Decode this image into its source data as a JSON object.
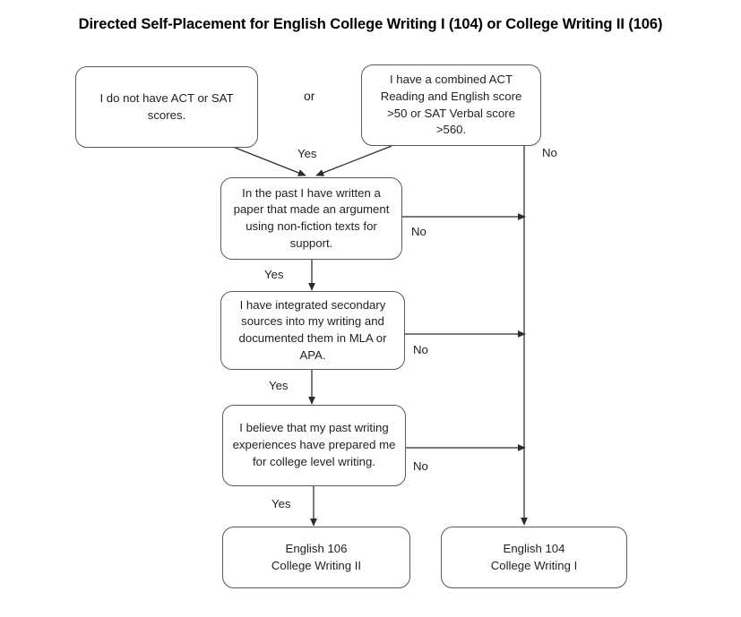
{
  "title": "Directed Self-Placement for English College Writing I (104) or College Writing II (106)",
  "chart_data": {
    "type": "diagram",
    "diagram_kind": "flowchart",
    "title": "Directed Self-Placement for English College Writing I (104) or College Writing II (106)",
    "nodes": [
      {
        "id": "start_no_scores",
        "label": "I do not have ACT or SAT scores.",
        "shape": "rounded-rect",
        "role": "start"
      },
      {
        "id": "start_has_scores",
        "label": "I have a combined ACT Reading and English score >50 or SAT Verbal score >560.",
        "shape": "rounded-rect",
        "role": "start"
      },
      {
        "id": "q1_argument_paper",
        "label": "In the past I have written a paper that made an argument using non-fiction texts for support.",
        "shape": "rounded-rect",
        "role": "decision"
      },
      {
        "id": "q2_secondary_sources",
        "label": "I have integrated secondary sources into my writing and documented them in MLA or APA.",
        "shape": "rounded-rect",
        "role": "decision"
      },
      {
        "id": "q3_prepared",
        "label": "I believe that my past writing experiences have prepared me for college level writing.",
        "shape": "rounded-rect",
        "role": "decision"
      },
      {
        "id": "out_106",
        "label": "English 106\nCollege Writing II",
        "shape": "rounded-rect",
        "role": "terminal"
      },
      {
        "id": "out_104",
        "label": "English 104\nCollege Writing I",
        "shape": "rounded-rect",
        "role": "terminal"
      }
    ],
    "edges": [
      {
        "from": "start_no_scores",
        "to": "q1_argument_paper",
        "label": "Yes"
      },
      {
        "from": "start_has_scores",
        "to": "q1_argument_paper",
        "label": "Yes"
      },
      {
        "from": "start_has_scores",
        "to": "out_104",
        "label": "No"
      },
      {
        "from": "q1_argument_paper",
        "to": "q2_secondary_sources",
        "label": "Yes"
      },
      {
        "from": "q1_argument_paper",
        "to": "out_104",
        "label": "No"
      },
      {
        "from": "q2_secondary_sources",
        "to": "q3_prepared",
        "label": "Yes"
      },
      {
        "from": "q2_secondary_sources",
        "to": "out_104",
        "label": "No"
      },
      {
        "from": "q3_prepared",
        "to": "out_106",
        "label": "Yes"
      },
      {
        "from": "q3_prepared",
        "to": "out_104",
        "label": "No"
      }
    ],
    "connector_label": "or",
    "colors": {
      "box_stroke": "#5a5a5a",
      "line": "#2b2b2b",
      "text": "#1f1f1f",
      "background": "#ffffff"
    }
  },
  "nodes": {
    "start_no_scores": {
      "text": "I do not have ACT or SAT scores."
    },
    "start_has_scores": {
      "text": "I have a combined ACT Reading and English score >50 or SAT Verbal score >560."
    },
    "q1": {
      "text": "In the past I have written a paper that made an argument using non-fiction texts for support."
    },
    "q2": {
      "text": "I have integrated secondary sources into my writing and documented them in MLA or APA."
    },
    "q3": {
      "text": "I believe that my past writing experiences have prepared me for college level writing."
    },
    "out_106": {
      "line1": "English 106",
      "line2": "College Writing II"
    },
    "out_104": {
      "line1": "English 104",
      "line2": "College Writing I"
    }
  },
  "labels": {
    "or": "or",
    "yes_top": "Yes",
    "no_top": "No",
    "no_q1": "No",
    "yes_q1": "Yes",
    "no_q2": "No",
    "yes_q2": "Yes",
    "no_q3": "No",
    "yes_q3": "Yes"
  }
}
